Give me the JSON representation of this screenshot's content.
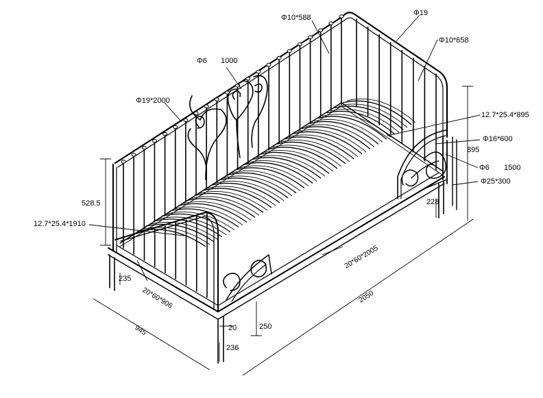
{
  "labels": {
    "rail_spindle_a": "Φ10*588",
    "top_tube": "Φ19",
    "rail_spindle_b": "Φ10*658",
    "scroll_rod": "Φ6",
    "scroll_span": "1000",
    "back_rail": "Φ19*2000",
    "slat_support": "12.7*25.4*895",
    "end_rod": "Φ16*600",
    "end_scroll_rod": "Φ6",
    "end_scroll_span": "1500",
    "leg": "Φ25*300",
    "height_total": "895",
    "height_head": "528.5",
    "slat_rail": "12.7*25.4*1910",
    "leg_right": "228",
    "leg_left": "235",
    "side_rail": "20*60*2005",
    "end_rail": "20*60*906",
    "length": "2050",
    "width": "945",
    "offset": "20",
    "height_frame": "250",
    "leg_front": "236"
  }
}
